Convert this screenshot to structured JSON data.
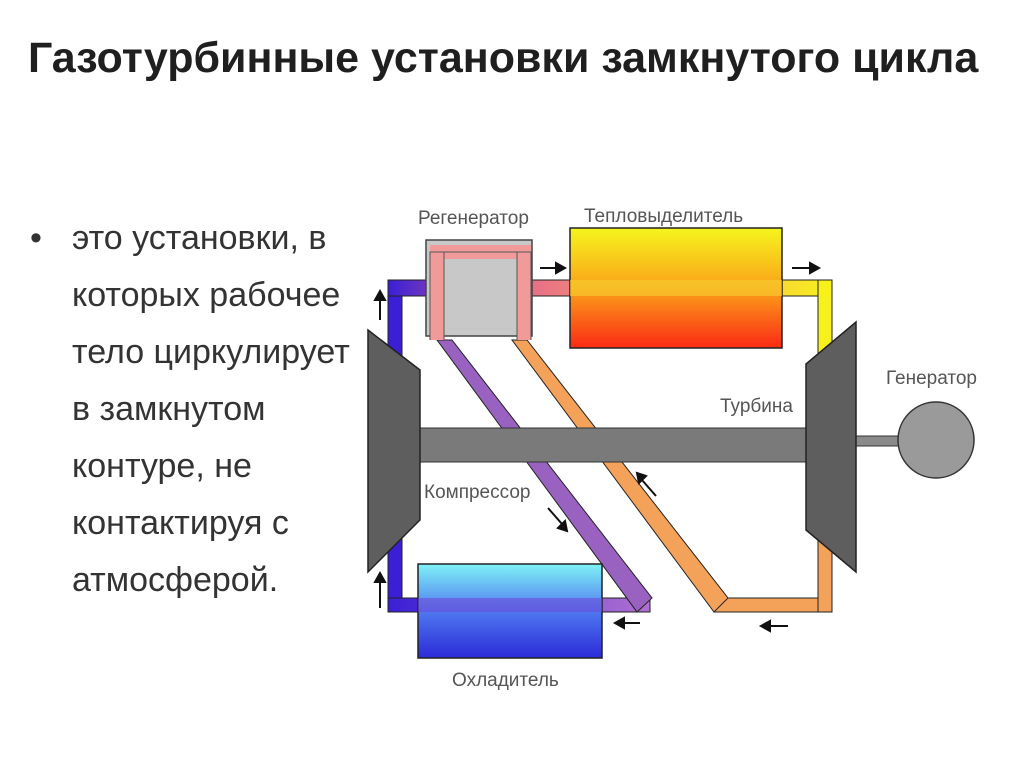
{
  "slide": {
    "title": "Газотурбинные установки замкнутого цикла",
    "bullet": "это установки, в которых рабочее тело циркулирует в замкнутом контуре, не контактируя с атмосферой."
  },
  "diagram": {
    "labels": {
      "regenerator": "Регенератор",
      "heater": "Тепловыделитель",
      "generator": "Генератор",
      "turbine": "Турбина",
      "compressor": "Компрессор",
      "cooler": "Охладитель"
    },
    "colors": {
      "cold": "#3a1fd6",
      "warm_return": "#f4a15a",
      "hot": "#f7f01a",
      "compressed": "#9a62c0",
      "machine": "#5e5e5e",
      "shaft": "#7a7a7a"
    }
  }
}
